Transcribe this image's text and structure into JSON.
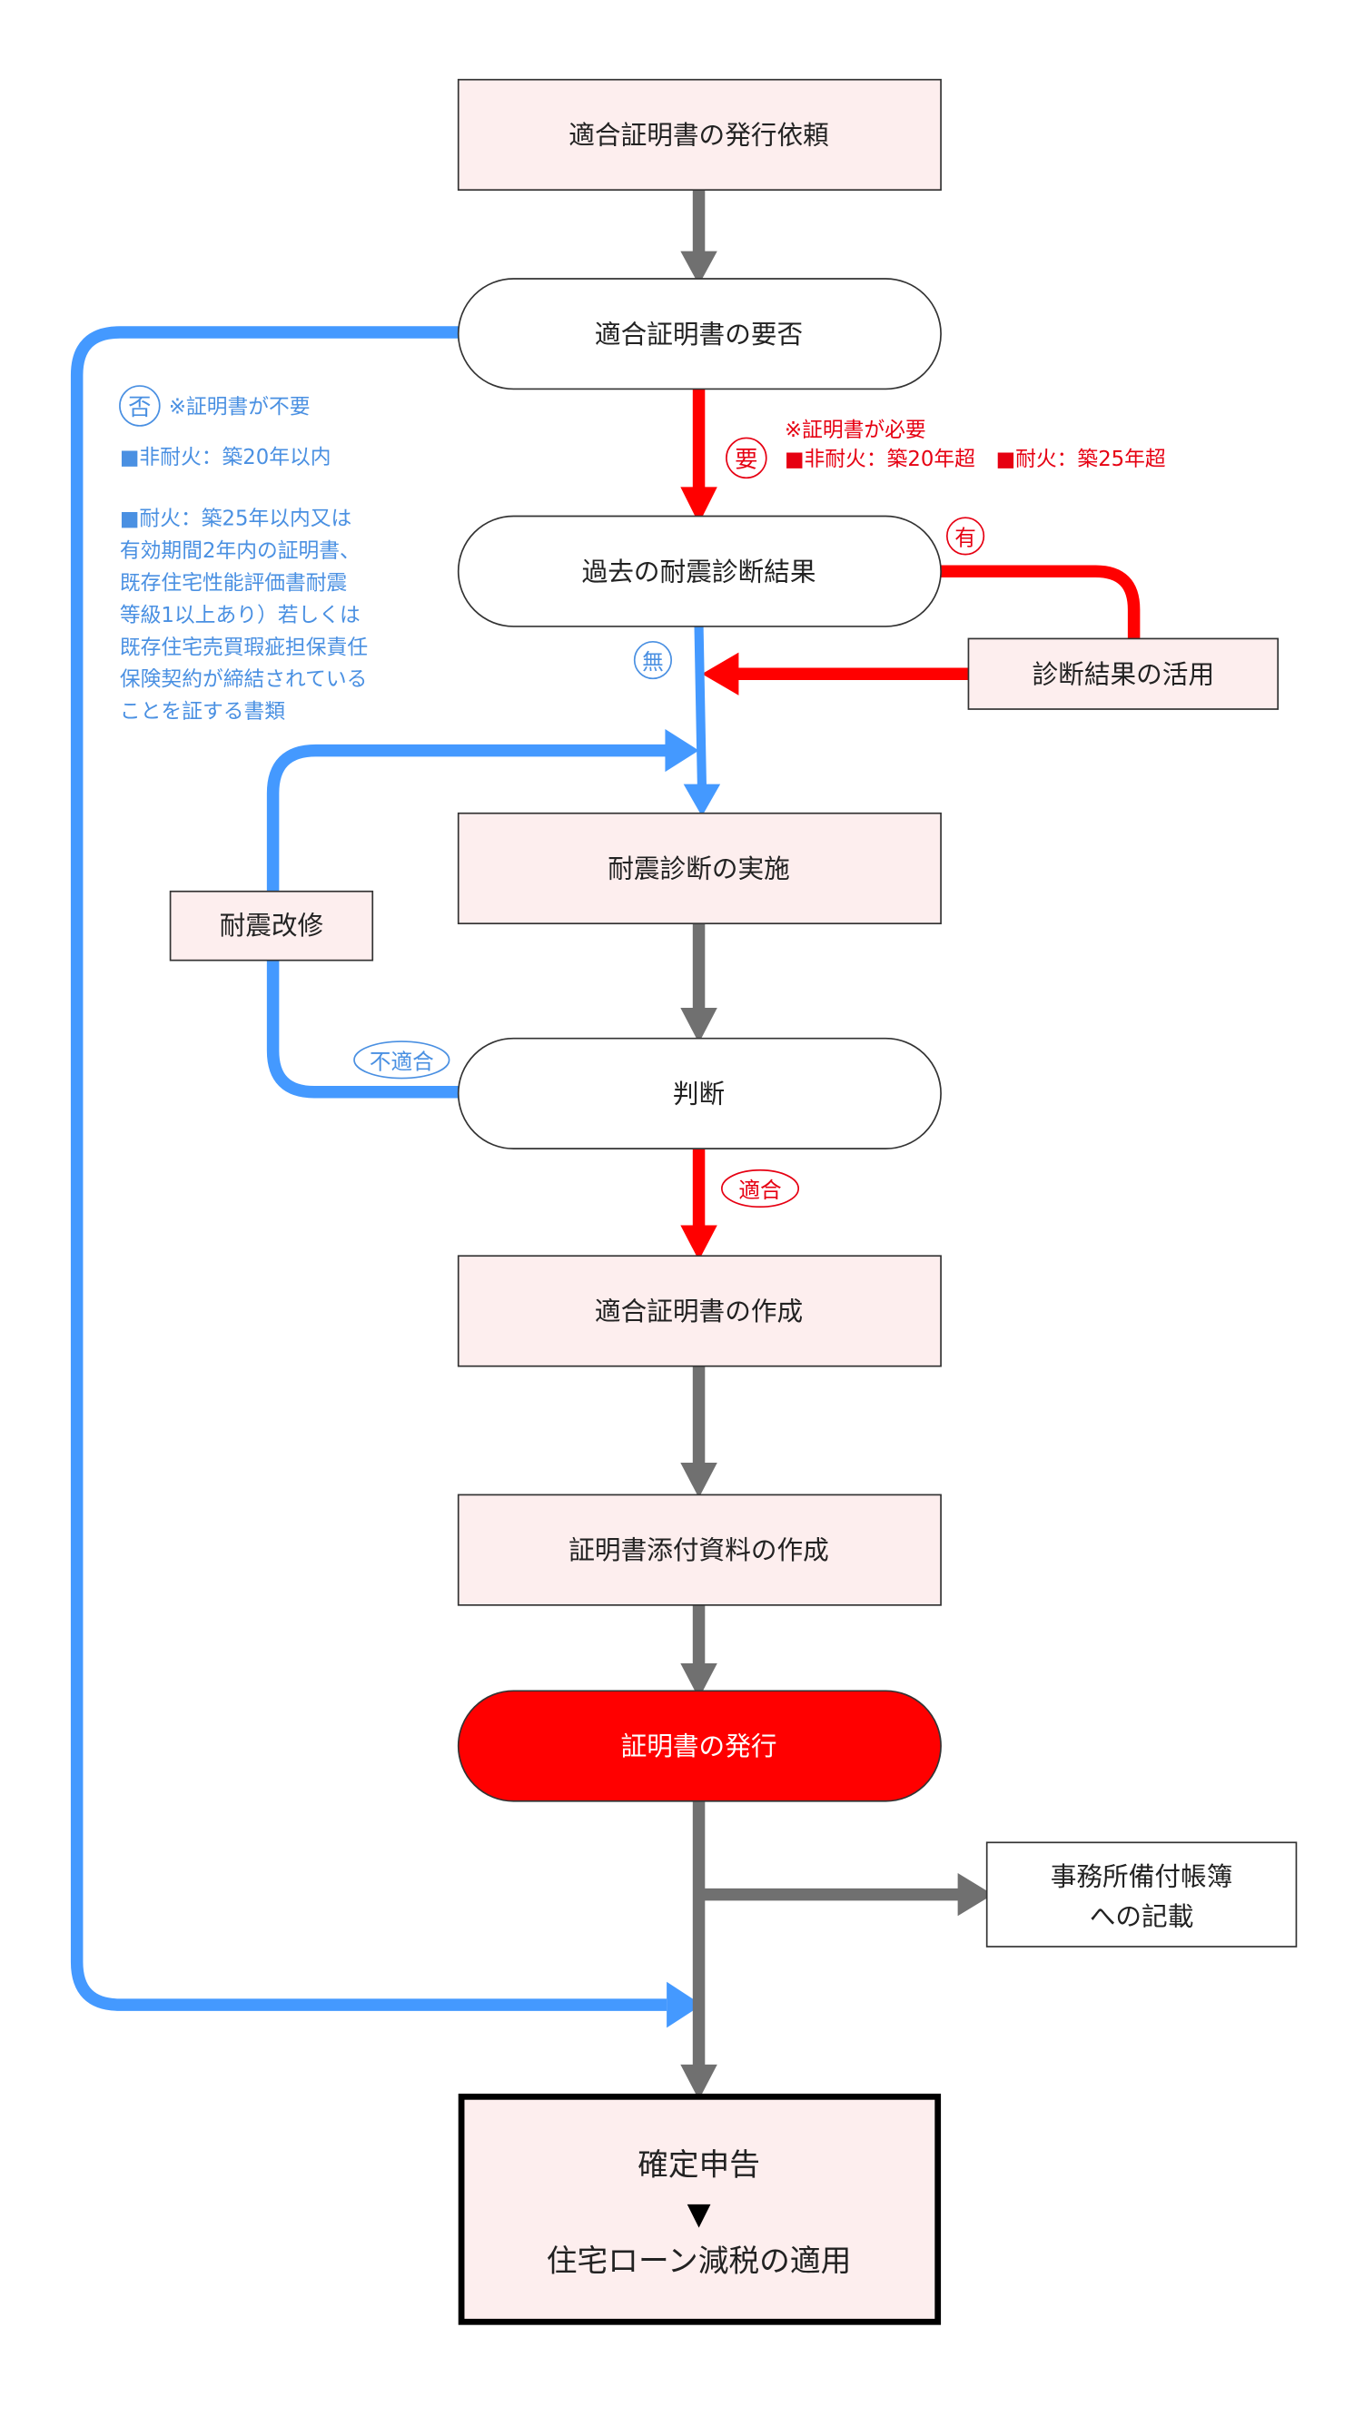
{
  "colors": {
    "gray_arrow": "#707070",
    "red_arrow": "#ff0000",
    "blue_arrow": "#4499ff",
    "box_fill": "#fdeeee",
    "issue_fill": "#ff0000"
  },
  "nodes": {
    "request": "適合証明書の発行依頼",
    "necessity": "適合証明書の要否",
    "past_result": "過去の耐震診断結果",
    "use_result": "診断結果の活用",
    "diagnosis": "耐震診断の実施",
    "retrofit": "耐震改修",
    "judgement": "判断",
    "create_cert": "適合証明書の作成",
    "create_attach": "証明書添付資料の作成",
    "issue": "証明書の発行",
    "ledger_line1": "事務所備付帳簿",
    "ledger_line2": "への記載",
    "final_line1": "確定申告",
    "final_arrow": "▼",
    "final_line2": "住宅ローン減税の適用"
  },
  "labels": {
    "no": "否",
    "yes_need": "要",
    "have": "有",
    "none": "無",
    "fail": "不適合",
    "pass": "適合"
  },
  "notes": {
    "not_required": {
      "title": "※証明書が不要",
      "line1": "■非耐火：築20年以内",
      "lines": [
        "■耐火：築25年以内又は",
        "有効期間2年内の証明書、",
        "既存住宅性能評価書耐震",
        "等級1以上あり）若しくは",
        "既存住宅売買瑕疵担保責任",
        "保険契約が締結されている",
        "ことを証する書類"
      ]
    },
    "required": {
      "title": "※証明書が必要",
      "line1": "■非耐火：築20年超　■耐火：築25年超"
    }
  }
}
